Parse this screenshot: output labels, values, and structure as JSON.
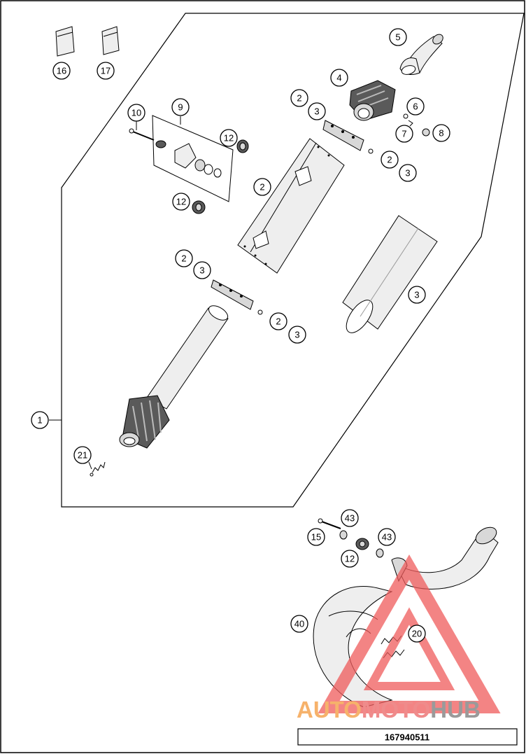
{
  "callouts": {
    "c1": "1",
    "c2a": "2",
    "c2b": "2",
    "c2c": "2",
    "c2d": "2",
    "c2e": "2",
    "c3a": "3",
    "c3b": "3",
    "c3c": "3",
    "c3d": "3",
    "c3e": "3",
    "c4": "4",
    "c5": "5",
    "c6": "6",
    "c7": "7",
    "c8": "8",
    "c9": "9",
    "c10": "10",
    "c12a": "12",
    "c12b": "12",
    "c12c": "12",
    "c15": "15",
    "c16": "16",
    "c17": "17",
    "c20": "20",
    "c21": "21",
    "c40": "40",
    "c43a": "43",
    "c43b": "43"
  },
  "watermark": {
    "part1": "AUTO",
    "part2": "MOTO",
    "part3": "HUB",
    "color1": "#f6b26b",
    "color2": "#ef8b8b",
    "color3": "#9a9a9a",
    "logo_color": "#ef5b5b"
  },
  "document_number": "167940511"
}
